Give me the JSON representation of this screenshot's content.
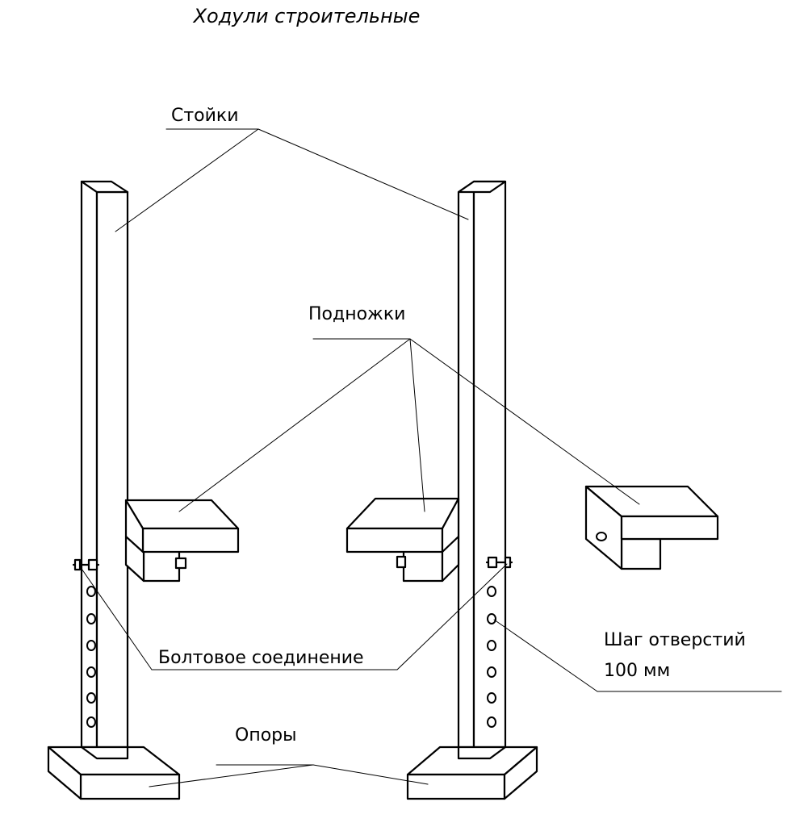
{
  "title": "Ходули строительные",
  "labels": {
    "posts": "Стойки",
    "footrests": "Подножки",
    "bolt_connection": "Болтовое соединение",
    "hole_pitch_line1": "Шаг отверстий",
    "hole_pitch_line2": "100 мм",
    "supports": "Опоры"
  },
  "colors": {
    "line": "#000000",
    "background": "#ffffff"
  }
}
